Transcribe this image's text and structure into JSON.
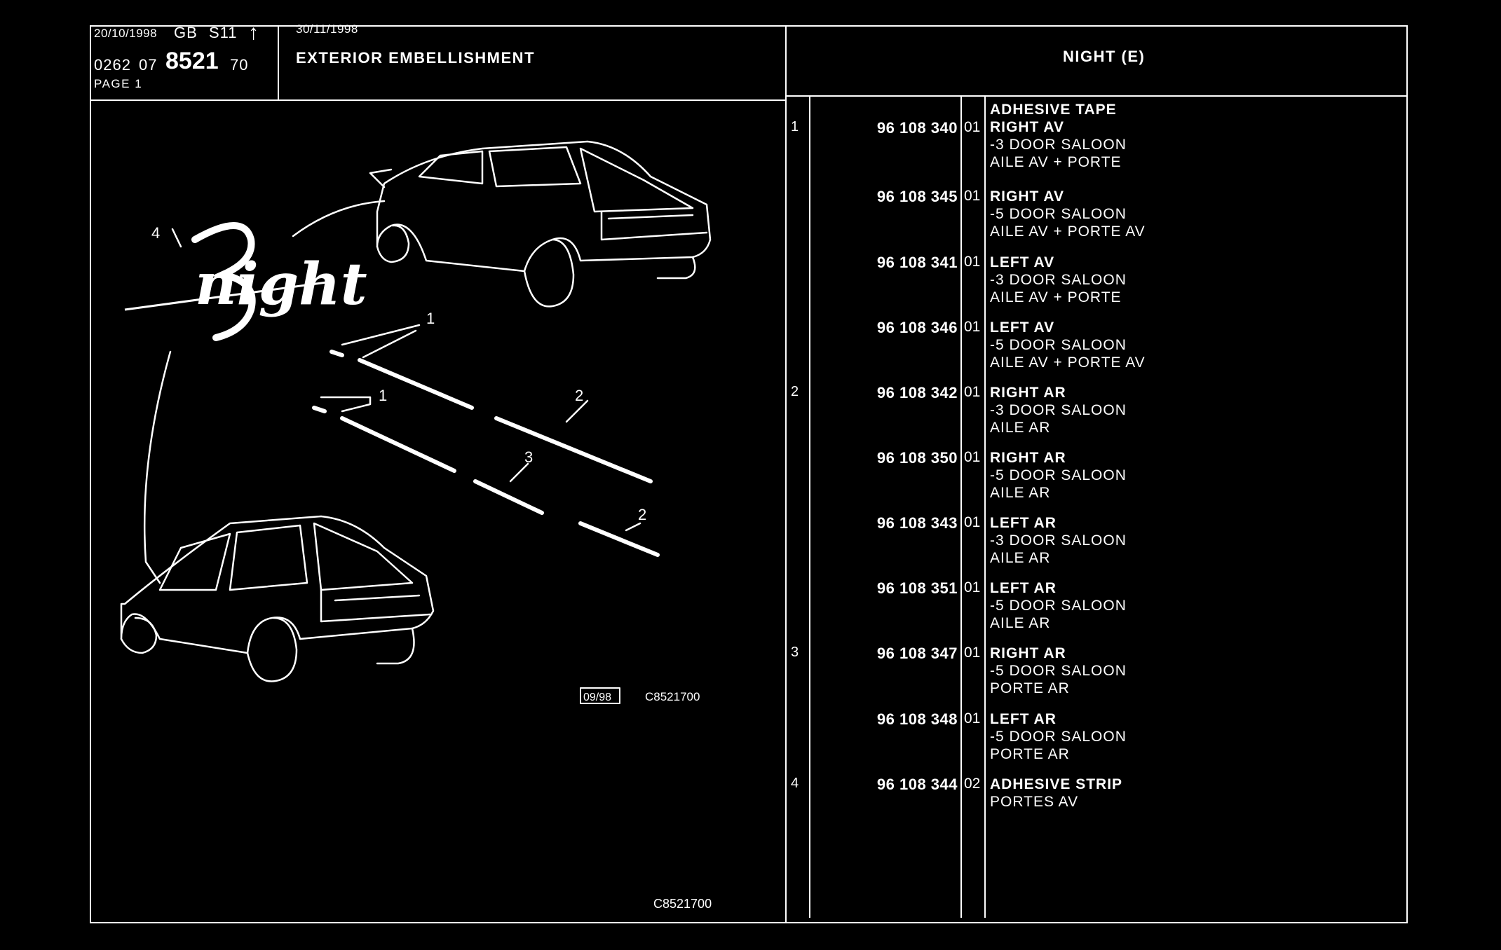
{
  "header": {
    "date1": "20/10/1998",
    "market": "GB",
    "code": "S11",
    "arrow": "↑",
    "num_prefix": "0262",
    "num_group": "07",
    "num_main": "8521",
    "num_suffix": "70",
    "page": "PAGE 1",
    "date2": "30/11/1998",
    "title": "EXTERIOR EMBELLISHMENT",
    "model": "NIGHT (E)"
  },
  "illustration": {
    "logo_text": "night",
    "callouts": [
      "4",
      "1",
      "1",
      "2",
      "3",
      "2"
    ],
    "stamp_date": "09/98",
    "stamp_ref": "C8521700",
    "footer_ref": "C8521700"
  },
  "parts": [
    {
      "item": "1",
      "part_no": "96 108 340",
      "qty": "01",
      "line1": "ADHESIVE TAPE",
      "line2": "RIGHT AV",
      "line3": "-3 DOOR SALOON",
      "line4": "AILE AV + PORTE"
    },
    {
      "item": "",
      "part_no": "96 108 345",
      "qty": "01",
      "line1": "RIGHT AV",
      "line2": "-5 DOOR SALOON",
      "line3": "AILE AV + PORTE AV"
    },
    {
      "item": "",
      "part_no": "96 108 341",
      "qty": "01",
      "line1": "LEFT AV",
      "line2": "-3 DOOR SALOON",
      "line3": "AILE AV + PORTE"
    },
    {
      "item": "",
      "part_no": "96 108 346",
      "qty": "01",
      "line1": "LEFT AV",
      "line2": "-5 DOOR SALOON",
      "line3": "AILE AV + PORTE AV"
    },
    {
      "item": "2",
      "part_no": "96 108 342",
      "qty": "01",
      "line1": "RIGHT AR",
      "line2": "-3 DOOR SALOON",
      "line3": "AILE AR"
    },
    {
      "item": "",
      "part_no": "96 108 350",
      "qty": "01",
      "line1": "RIGHT AR",
      "line2": "-5 DOOR SALOON",
      "line3": "AILE AR"
    },
    {
      "item": "",
      "part_no": "96 108 343",
      "qty": "01",
      "line1": "LEFT AR",
      "line2": "-3 DOOR SALOON",
      "line3": "AILE AR"
    },
    {
      "item": "",
      "part_no": "96 108 351",
      "qty": "01",
      "line1": "LEFT AR",
      "line2": "-5 DOOR SALOON",
      "line3": "AILE AR"
    },
    {
      "item": "3",
      "part_no": "96 108 347",
      "qty": "01",
      "line1": "RIGHT AR",
      "line2": "-5 DOOR SALOON",
      "line3": "PORTE AR"
    },
    {
      "item": "",
      "part_no": "96 108 348",
      "qty": "01",
      "line1": "LEFT AR",
      "line2": "-5 DOOR SALOON",
      "line3": "PORTE AR"
    },
    {
      "item": "4",
      "part_no": "96 108 344",
      "qty": "02",
      "line1": "ADHESIVE STRIP",
      "line2": "PORTES AV"
    }
  ]
}
